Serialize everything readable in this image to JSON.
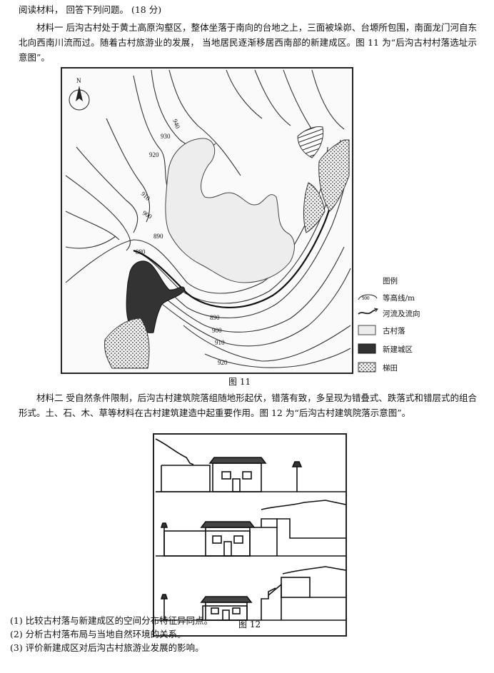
{
  "question_header": "阅读材料，   回答下列问题。   (18 分)",
  "material1": "材料一   后沟古村处于黄土高原沟壑区，整体坐落于南向的台地之上，三面被垛峁、台塬所包围，南面龙门河自东北向西南川流而过。随着古村旅游业的发展，   当地居民逐渐移居西南部的新建成区。图 11 为“后沟古村村落选址示意图”。",
  "material2": "材料二   受自然条件限制，后沟古村建筑院落组随地形起伏，错落有致，多呈现为错叠式、跌落式和错层式的组合形式。土、石、木、草等材料在古村建筑建造中起重要作用。图 12 为“后沟古村建筑院落示意图”。",
  "figure11": {
    "caption": "图 11",
    "north_label": "N",
    "contour_labels": [
      "940",
      "930",
      "920",
      "910",
      "900",
      "890",
      "880",
      "890",
      "900",
      "910",
      "920"
    ]
  },
  "legend": {
    "title": "图例",
    "items": [
      {
        "symbol": "contour-symbol",
        "sample": "900",
        "label": "等高线/m"
      },
      {
        "symbol": "river-symbol",
        "label": "河流及流向"
      },
      {
        "symbol": "village-symbol",
        "label": "古村落"
      },
      {
        "symbol": "new-area-symbol",
        "label": "新建城区"
      },
      {
        "symbol": "terrace-symbol",
        "label": "梯田"
      }
    ]
  },
  "figure12": {
    "caption": "图 12"
  },
  "questions": [
    "(1) 比较古村落与新建成区的空间分布特征异同点。",
    "(2)  分析古村落布局与当地自然环境的关系。",
    "(3) 评价新建成区对后沟古村旅游业发展的影响。"
  ]
}
